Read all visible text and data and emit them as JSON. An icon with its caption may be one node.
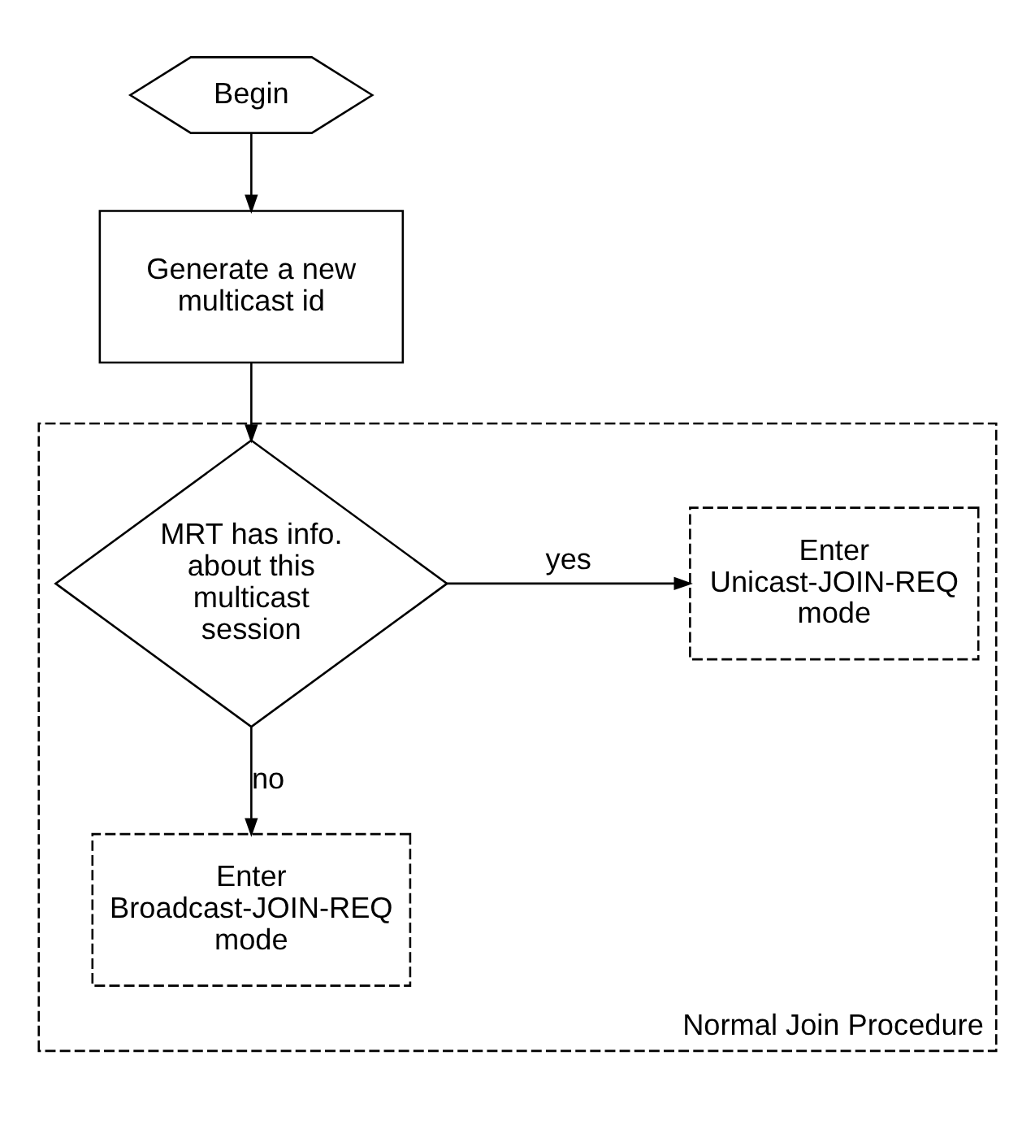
{
  "diagram": {
    "nodes": [
      {
        "text": [
          "Begin"
        ]
      },
      {
        "text": [
          "Generate a new multicast id"
        ]
      },
      {
        "text": [
          "Normal Join Procedure"
        ]
      },
      {
        "text": [
          "MRT has info. about this multicast session"
        ],
        "in": 2
      },
      {
        "text": [
          "Enter Unicast-JOIN-REQ mode"
        ],
        "in": 2
      },
      {
        "text": [
          "Enter Broadcast-JOIN-REQ mode"
        ],
        "in": 2
      }
    ],
    "edges": [
      {
        "from": 0,
        "to": 1,
        "arrow": "to"
      },
      {
        "from": 1,
        "to": 3,
        "arrow": "to"
      },
      {
        "from": 3,
        "to": 4,
        "arrow": "to",
        "label": "yes"
      },
      {
        "from": 3,
        "to": 5,
        "arrow": "to",
        "label": "no"
      }
    ]
  }
}
